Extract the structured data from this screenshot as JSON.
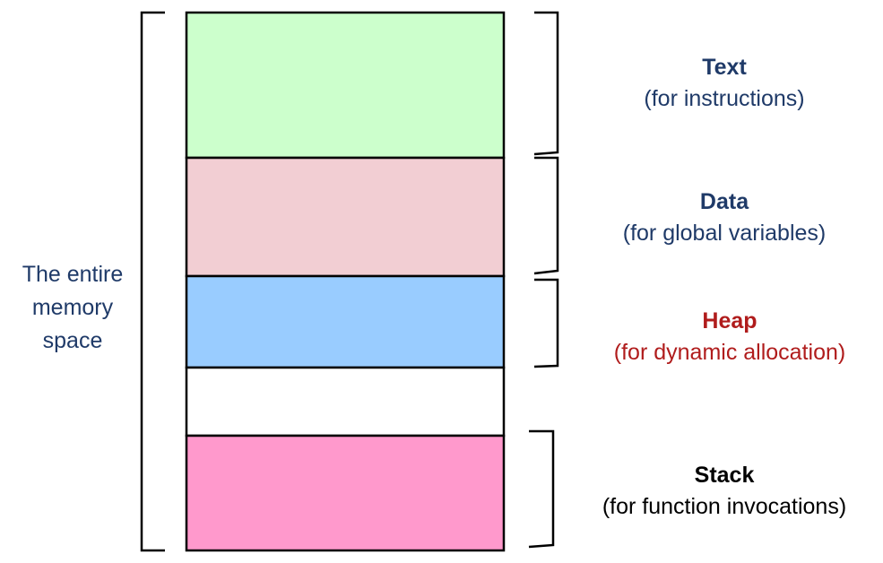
{
  "left_label": {
    "line1": "The entire",
    "line2": "memory",
    "line3": "space"
  },
  "segments": [
    {
      "title": "Text",
      "subtitle": "(for instructions)",
      "fill": "#ccffcc",
      "text_color": "#1f3a68"
    },
    {
      "title": "Data",
      "subtitle": "(for global variables)",
      "fill": "#f2ced3",
      "text_color": "#1f3a68"
    },
    {
      "title": "Heap",
      "subtitle": "(for dynamic allocation)",
      "fill": "#99ccff",
      "text_color": "#b01c1c"
    },
    {
      "title": "",
      "subtitle": "",
      "fill": "#ffffff",
      "text_color": "#000000"
    },
    {
      "title": "Stack",
      "subtitle": "(for function invocations)",
      "fill": "#ff99cc",
      "text_color": "#000000"
    }
  ]
}
